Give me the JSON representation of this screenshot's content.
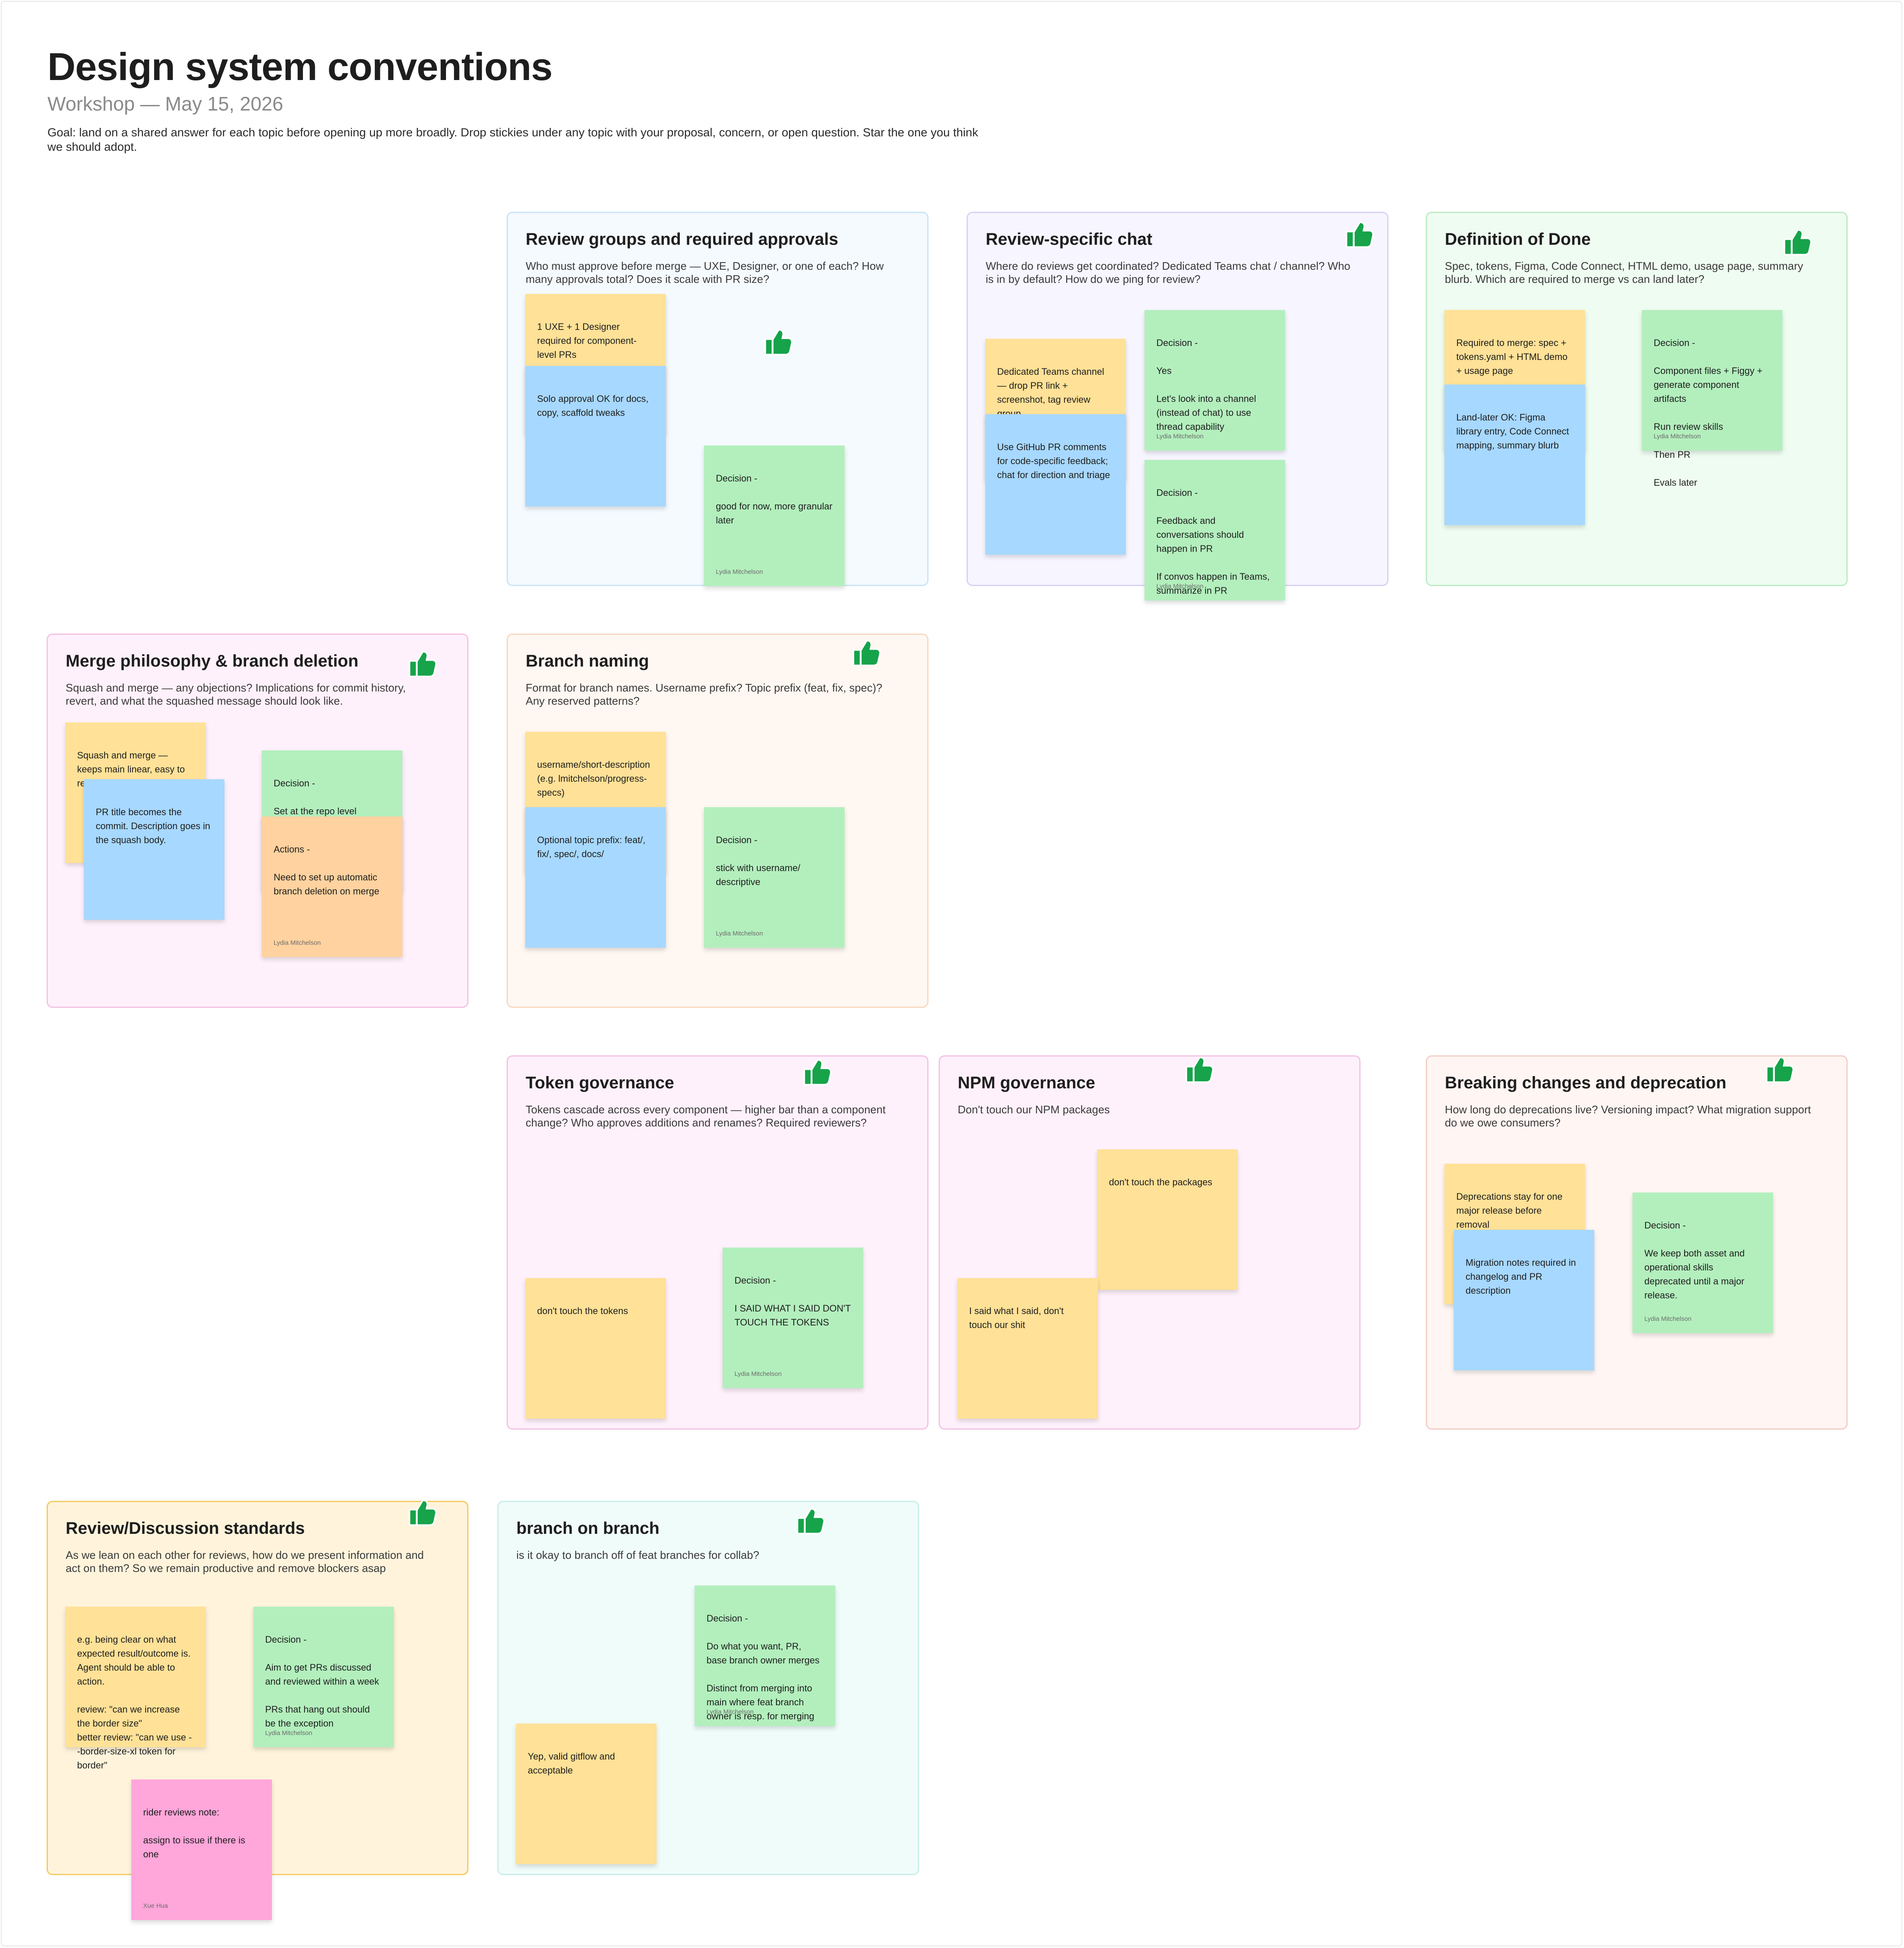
{
  "page": {
    "title": "Design system conventions",
    "subtitle": "Workshop — May 15, 2026",
    "goal": "Goal: land on a shared answer for each topic before opening up more broadly. Drop stickies under any topic with your proposal, concern, or open question. Star the one you think we should adopt."
  },
  "sections": {
    "review_groups": {
      "title": "Review groups and required approvals",
      "description": "Who must approve before merge — UXE, Designer, or one of each? How many approvals total? Does it scale with PR size?",
      "stickies": [
        {
          "text": "1 UXE + 1 Designer required for component-level PRs"
        },
        {
          "text": "Solo approval OK for docs, copy, scaffold tweaks"
        },
        {
          "text": "Decision -\n\ngood for now, more granular later",
          "author": "Lydia Mitchelson"
        }
      ]
    },
    "review_chat": {
      "title": "Review-specific chat",
      "description": "Where do reviews get coordinated? Dedicated Teams chat / channel? Who is in by default? How do we ping for review?",
      "stickies": [
        {
          "text": "Dedicated Teams channel — drop PR link + screenshot, tag review group"
        },
        {
          "text": "Use GitHub PR comments for code-specific feedback; chat for direction and triage"
        },
        {
          "text": "Decision -\n\nYes\n\nLet's look into a channel (instead of chat) to use thread capability",
          "author": "Lydia Mitchelson"
        },
        {
          "text": "Decision -\n\nFeedback and conversations should happen in PR\n\nIf convos happen in Teams, summarize in PR",
          "author": "Lydia Mitchelson"
        }
      ]
    },
    "definition_of_done": {
      "title": "Definition of Done",
      "description": "Spec, tokens, Figma, Code Connect, HTML demo, usage page, summary blurb. Which are required to merge vs can land later?",
      "stickies": [
        {
          "text": "Required to merge: spec + tokens.yaml + HTML demo + usage page"
        },
        {
          "text": "Land-later OK: Figma library entry, Code Connect mapping, summary blurb"
        },
        {
          "text": "Decision -\n\nComponent files + Figgy + generate component artifacts\n\nRun review skills\n\nThen PR\n\nEvals later",
          "author": "Lydia Mitchelson"
        }
      ]
    },
    "merge_philosophy": {
      "title": "Merge philosophy & branch deletion",
      "description": "Squash and merge — any objections? Implications for commit history, revert, and what the squashed message should look like.",
      "stickies": [
        {
          "text": "Squash and merge — keeps main linear, easy to revert per-PR"
        },
        {
          "text": "PR title becomes the commit. Description goes in the squash body."
        },
        {
          "text": "Decision -\n\nSet at the repo level"
        },
        {
          "text": "Actions -\n\nNeed to set up automatic branch deletion on merge",
          "author": "Lydia Mitchelson"
        }
      ]
    },
    "branch_naming": {
      "title": "Branch naming",
      "description": "Format for branch names. Username prefix? Topic prefix (feat, fix, spec)? Any reserved patterns?",
      "stickies": [
        {
          "text": "username/short-description (e.g. lmitchelson/progress-specs)"
        },
        {
          "text": "Optional topic prefix: feat/, fix/, spec/, docs/"
        },
        {
          "text": "Decision -\n\nstick with username/ descriptive",
          "author": "Lydia Mitchelson"
        }
      ]
    },
    "token_governance": {
      "title": "Token governance",
      "description": "Tokens cascade across every component — higher bar than a component change? Who approves additions and renames? Required reviewers?",
      "stickies": [
        {
          "text": "don't touch the tokens"
        },
        {
          "text": "Decision -\n\nI SAID WHAT I SAID DON'T TOUCH THE TOKENS",
          "author": "Lydia Mitchelson"
        }
      ]
    },
    "npm_governance": {
      "title": "NPM governance",
      "description": "Don't touch our NPM packages",
      "stickies": [
        {
          "text": "don't touch the packages"
        },
        {
          "text": "I said what I said, don't touch our shit"
        }
      ]
    },
    "breaking_changes": {
      "title": "Breaking changes and deprecation",
      "description": "How long do deprecations live? Versioning impact? What migration support do we owe consumers?",
      "stickies": [
        {
          "text": "Deprecations stay for one major release before removal"
        },
        {
          "text": "Migration notes required in changelog and PR description"
        },
        {
          "text": "Decision -\n\nWe keep both asset and operational skills deprecated until a major release.",
          "author": "Lydia Mitchelson"
        }
      ]
    },
    "review_standards": {
      "title": "Review/Discussion standards",
      "description": "As we lean on each other for reviews, how do we present information and act on them? So we remain productive and remove blockers asap",
      "stickies": [
        {
          "text": "e.g. being clear on what expected result/outcome is. Agent should be able to action.\n\nreview: \"can we increase the border size\"\nbetter review: \"can we use --border-size-xl token for border\""
        },
        {
          "text": "Decision -\n\nAim to get PRs discussed and reviewed within a week\n\nPRs that hang out should be the exception",
          "author": "Lydia Mitchelson"
        },
        {
          "text": "rider reviews note:\n\nassign to issue if there is one",
          "author": "Xue Hua"
        }
      ]
    },
    "branch_on_branch": {
      "title": "branch on branch",
      "description": "is it okay to branch off of feat branches for collab?",
      "stickies": [
        {
          "text": "Decision -\n\nDo what you want, PR, base branch owner merges\n\nDistinct from merging into main where feat branch owner is resp. for merging",
          "author": "Lydia Mitchelson"
        },
        {
          "text": "Yep, valid gitflow and acceptable"
        }
      ]
    }
  },
  "colors": {
    "thumbs_up": "#16a34a",
    "sticky_yellow": "#ffe197",
    "sticky_blue": "#a7d8ff",
    "sticky_green": "#b3efbd",
    "sticky_orange": "#ffd29f",
    "sticky_pink": "#ffa6db"
  },
  "icons": {
    "vote": "thumbs-up-icon"
  }
}
